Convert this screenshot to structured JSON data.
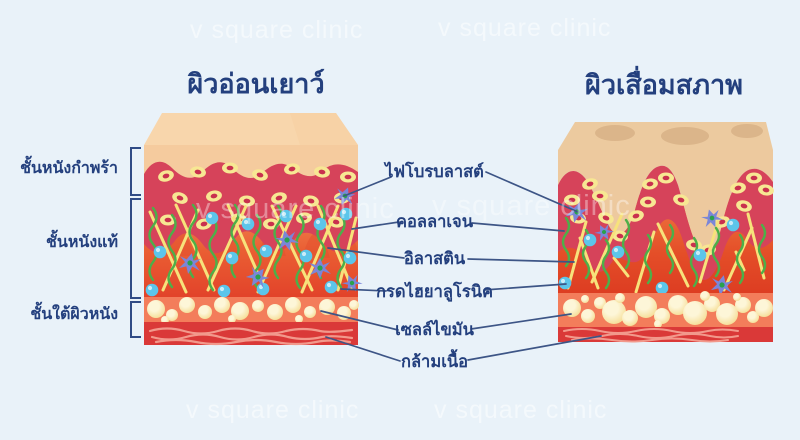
{
  "watermark": {
    "text": "v square clinic"
  },
  "titles": {
    "left": "ผิวอ่อนเยาว์",
    "right": "ผิวเสื่อมสภาพ"
  },
  "layer_labels": [
    {
      "label": "ชั้นหนังกำพร้า"
    },
    {
      "label": "ชั้นหนังแท้"
    },
    {
      "label": "ชั้นใต้ผิวหนัง"
    }
  ],
  "component_labels": [
    {
      "label": "ไฟโบรบลาสต์"
    },
    {
      "label": "คอลลาเจน"
    },
    {
      "label": "อิลาสติน"
    },
    {
      "label": "กรดไฮยาลูโรนิค"
    },
    {
      "label": "เซลล์ไขมัน"
    },
    {
      "label": "กล้ามเนื้อ"
    }
  ],
  "colors": {
    "background": "#e9f2f9",
    "text_navy": "#24407e",
    "leader_line": "#3d5586",
    "epidermis_band": "#d6435a",
    "dermis_orange": "#ef6b3a",
    "collagen_yellow": "#f7e27b",
    "elastin_green": "#4daf49",
    "hyaluronic_blue": "#5cc5ea",
    "fibroblast_purple": "#7b86d8",
    "fat_cream": "#f9e9ac",
    "muscle_red": "#da3938",
    "skin_peach": "#f5cb9e",
    "aged_tan": "#edc99e"
  }
}
